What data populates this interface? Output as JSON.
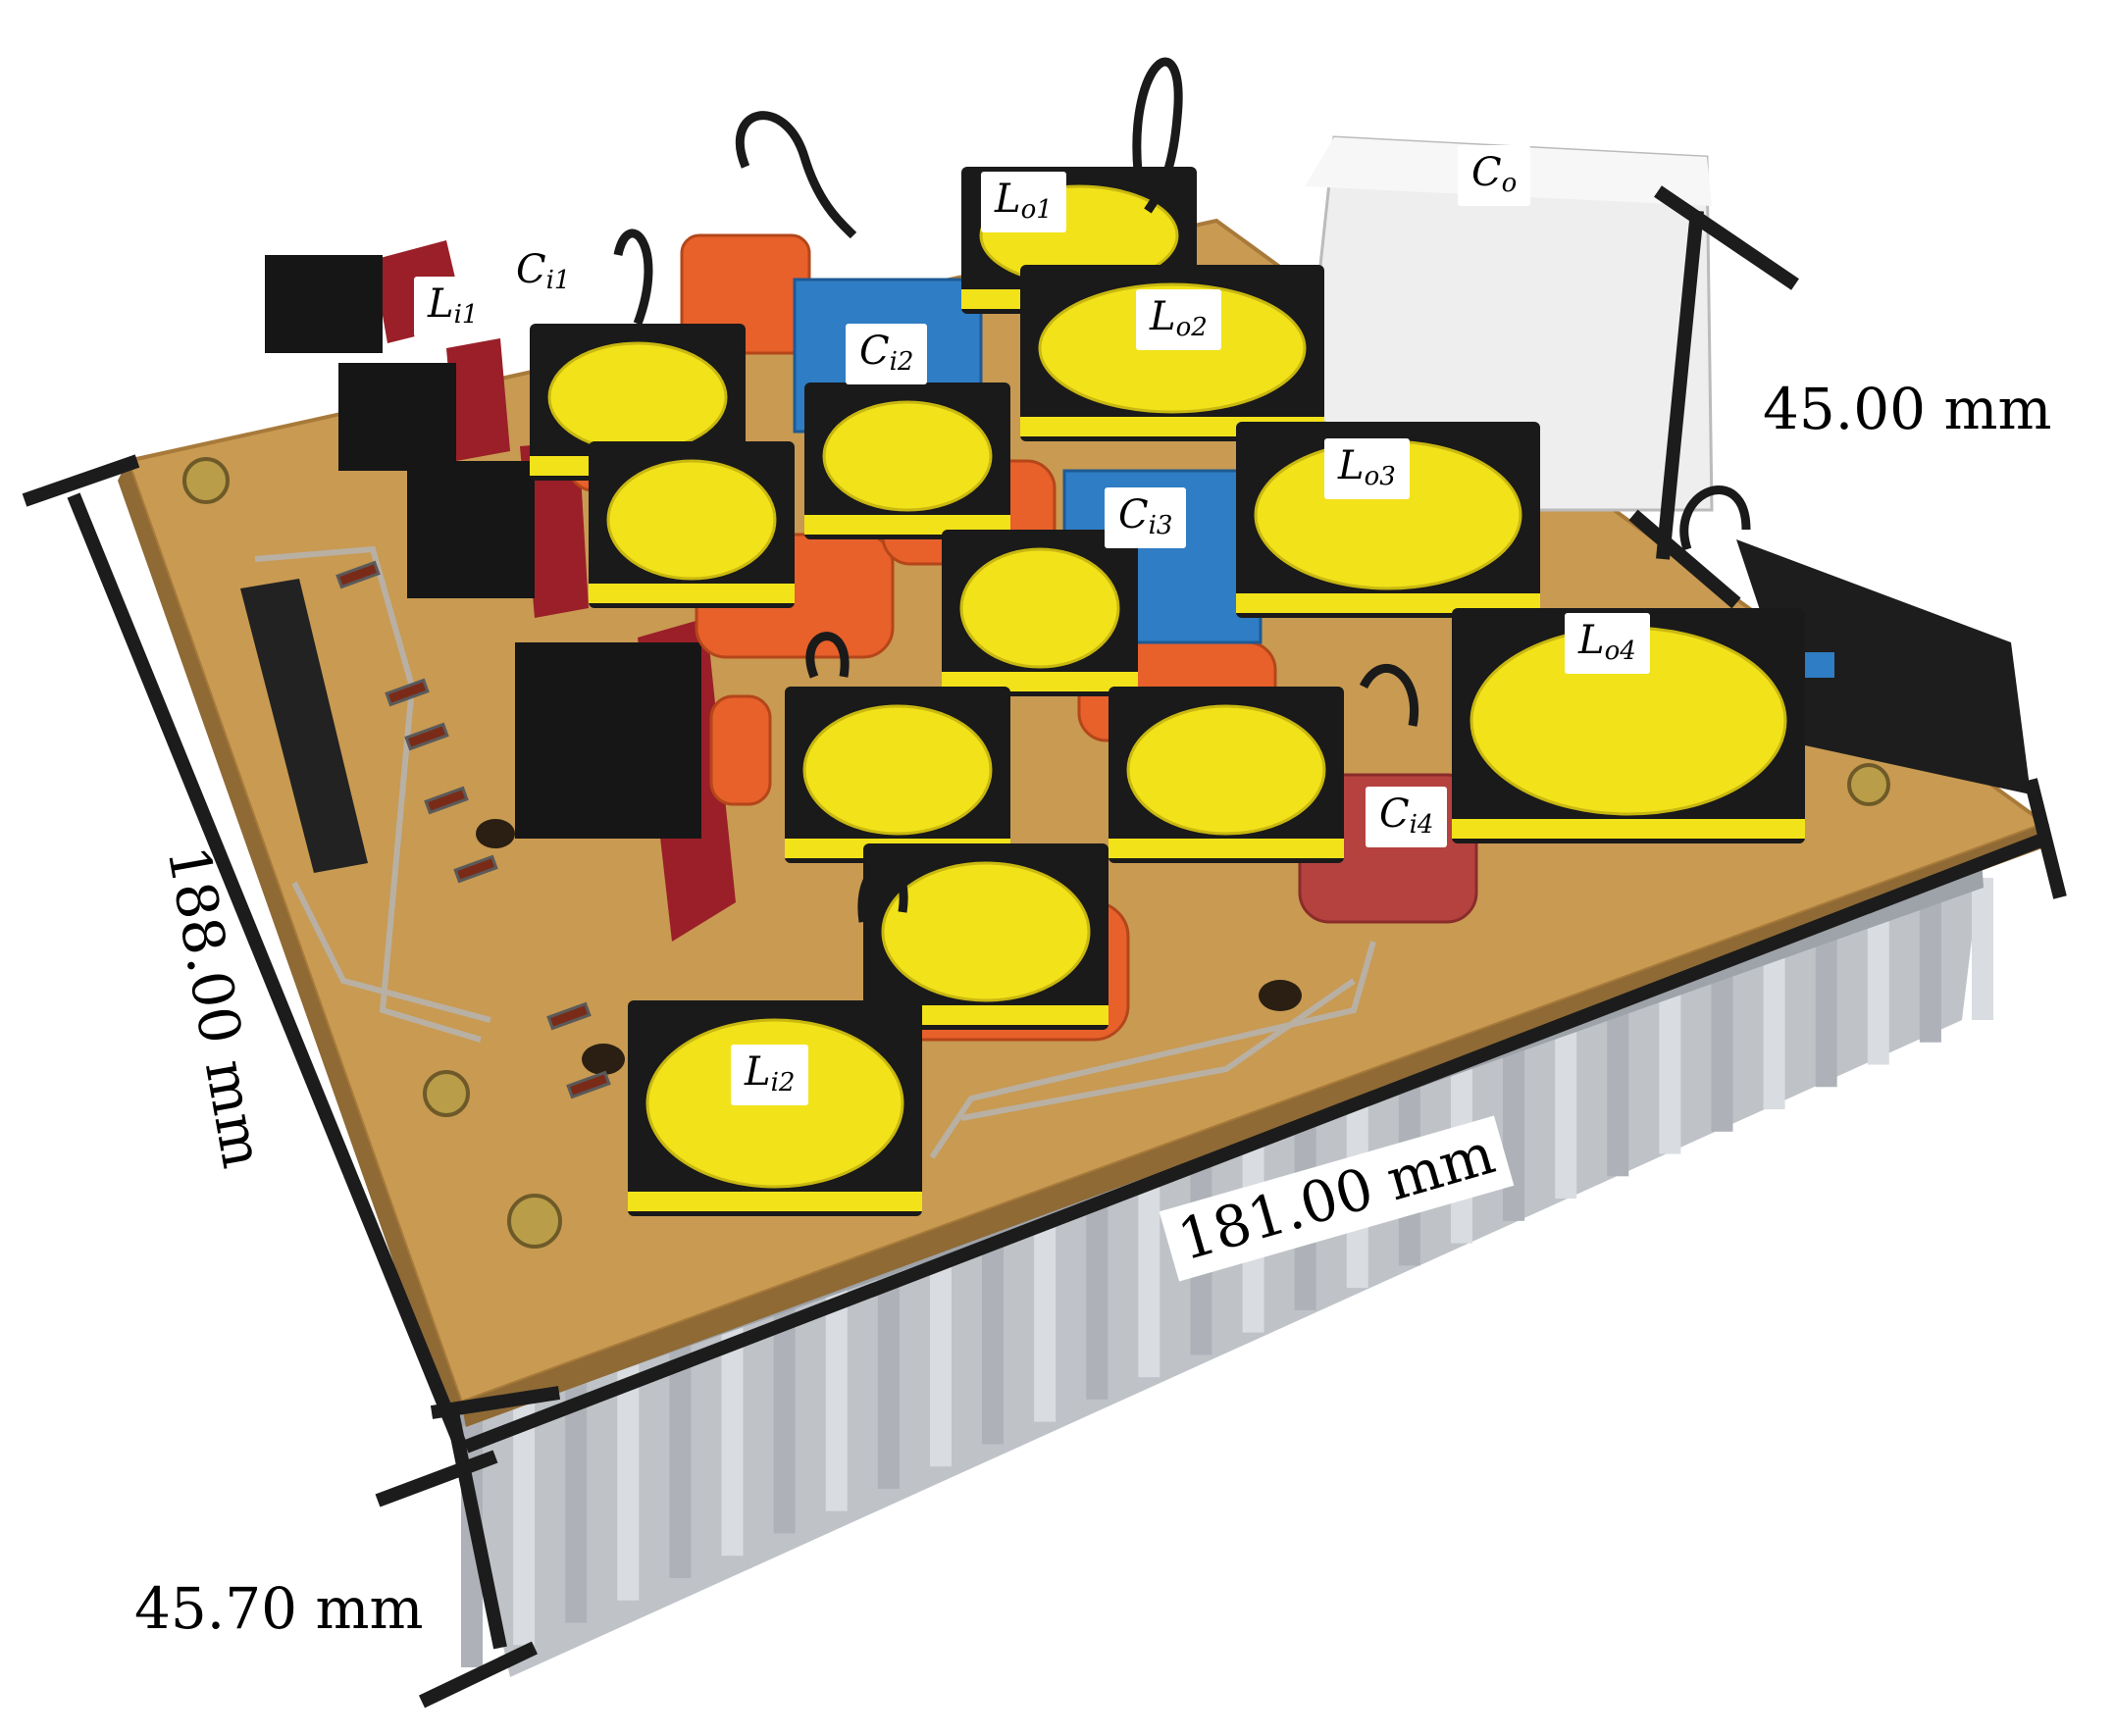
{
  "labels": {
    "Li1": {
      "main": "L",
      "sub": "i1"
    },
    "Ci1": {
      "main": "C",
      "sub": "i1"
    },
    "Lo1": {
      "main": "L",
      "sub": "o1"
    },
    "Co": {
      "main": "C",
      "sub": "o"
    },
    "Ci2": {
      "main": "C",
      "sub": "i2"
    },
    "Lo2": {
      "main": "L",
      "sub": "o2"
    },
    "Lo3": {
      "main": "L",
      "sub": "o3"
    },
    "Ci3": {
      "main": "C",
      "sub": "i3"
    },
    "Lo4": {
      "main": "L",
      "sub": "o4"
    },
    "Ci4": {
      "main": "C",
      "sub": "i4"
    },
    "Li2": {
      "main": "L",
      "sub": "i2"
    }
  },
  "dimensions": {
    "height_top": "45.00 mm",
    "length_left": "188.00 mm",
    "width_bottom": "181.00 mm",
    "height_heatsink": "45.70 mm"
  },
  "colors": {
    "pcb": "#c89a52",
    "heatsink": "#c9ccd0",
    "inductor_yellow": "#f2e21a",
    "bobbin_black": "#1a1a1a",
    "cap_orange": "#e8602a",
    "cap_blue": "#2f7dc4",
    "cap_red": "#b5423f",
    "cap_white": "#eeeeee",
    "relay_red": "#9a1f28",
    "dim_line": "#1c1c1c"
  }
}
